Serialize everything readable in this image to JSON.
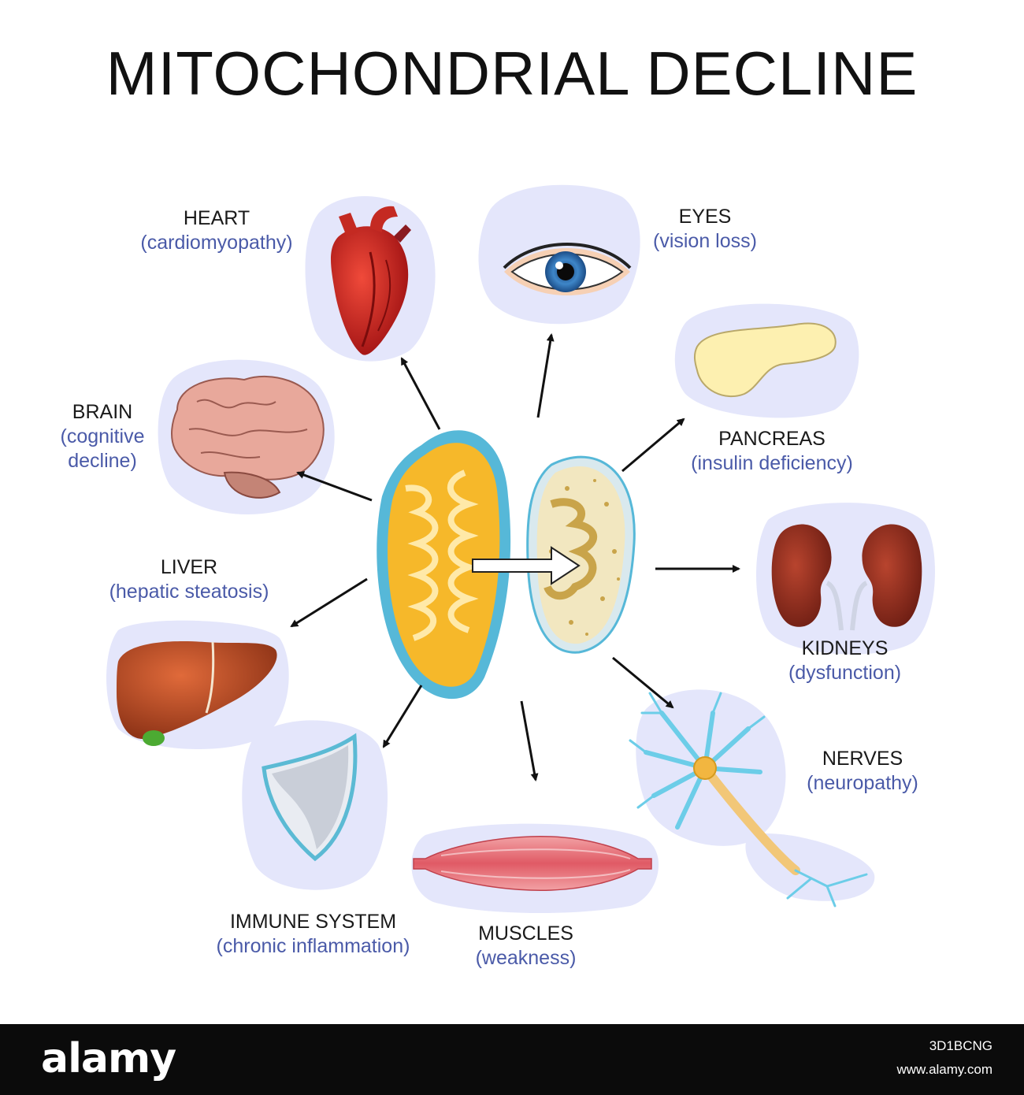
{
  "title": "MITOCHONDRIAL DECLINE",
  "organs": {
    "heart": {
      "name": "HEART",
      "condition": "(cardiomyopathy)"
    },
    "eyes": {
      "name": "EYES",
      "condition": "(vision loss)"
    },
    "brain": {
      "name": "BRAIN",
      "condition_line1": "(cognitive",
      "condition_line2": "decline)"
    },
    "pancreas": {
      "name": "PANCREAS",
      "condition": "(insulin deficiency)"
    },
    "liver": {
      "name": "LIVER",
      "condition": "(hepatic steatosis)"
    },
    "kidneys": {
      "name": "KIDNEYS",
      "condition": "(dysfunction)"
    },
    "nerves": {
      "name": "NERVES",
      "condition": "(neuropathy)"
    },
    "immune": {
      "name": "IMMUNE SYSTEM",
      "condition": "(chronic inflammation)"
    },
    "muscles": {
      "name": "MUSCLES",
      "condition": "(weakness)"
    }
  },
  "colors": {
    "label_name": "#1a1a1a",
    "label_condition": "#4a5aa8",
    "blob": "#e4e6fb",
    "mito_outer": "#56b8d8",
    "mito_matrix": "#f6b82a",
    "arrow": "#111111"
  },
  "footer": {
    "brand": "alamy",
    "image_id": "3D1BCNG",
    "url": "www.alamy.com"
  }
}
